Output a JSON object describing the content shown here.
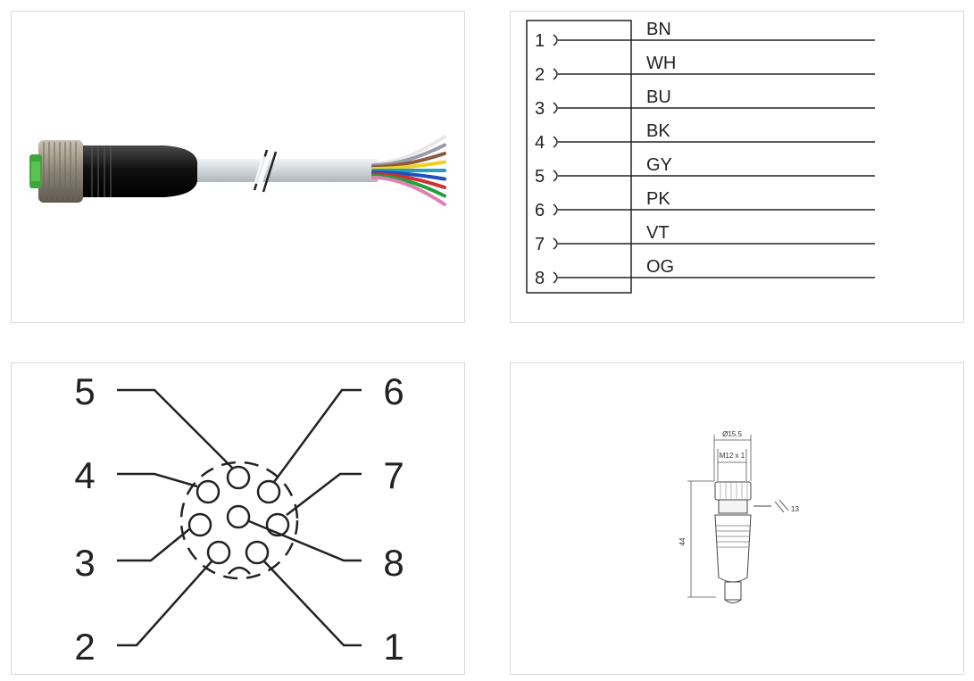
{
  "wiring": {
    "pins": [
      {
        "pin": "1",
        "code": "BN"
      },
      {
        "pin": "2",
        "code": "WH"
      },
      {
        "pin": "3",
        "code": "BU"
      },
      {
        "pin": "4",
        "code": "BK"
      },
      {
        "pin": "5",
        "code": "GY"
      },
      {
        "pin": "6",
        "code": "PK"
      },
      {
        "pin": "7",
        "code": "VT"
      },
      {
        "pin": "8",
        "code": "OG"
      }
    ]
  },
  "face": {
    "labels": {
      "p1": "1",
      "p2": "2",
      "p3": "3",
      "p4": "4",
      "p5": "5",
      "p6": "6",
      "p7": "7",
      "p8": "8"
    }
  },
  "dimensions": {
    "outer_diameter": "Ø15.5",
    "thread": "M12 x 1",
    "length": "44",
    "wrench": "13"
  },
  "wire_colors": [
    "#e8e8e8",
    "#9a9aa8",
    "#8b5a3c",
    "#f0d020",
    "#20a0c0",
    "#2050c0",
    "#d03030",
    "#20a040",
    "#e080b0"
  ]
}
